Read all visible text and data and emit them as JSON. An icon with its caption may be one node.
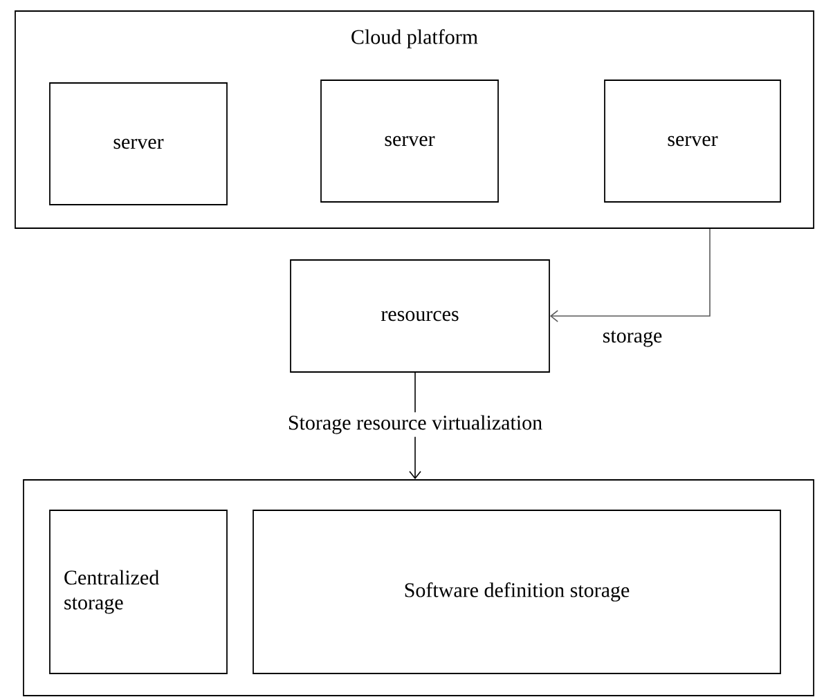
{
  "diagram": {
    "nodes": [
      {
        "text": [
          "Cloud platform"
        ]
      },
      {
        "text": [
          "server"
        ],
        "in": 0
      },
      {
        "text": [
          "server"
        ],
        "in": 0
      },
      {
        "text": [
          "server"
        ],
        "in": 0
      },
      {
        "text": [
          "resources"
        ]
      },
      {
        "text": [],
        "shape": "box"
      },
      {
        "text": [
          "Centralized storage"
        ],
        "in": 5
      },
      {
        "text": [
          "Software definition storage"
        ],
        "in": 5
      }
    ],
    "edges": [
      {
        "from": 0,
        "to": 4,
        "arrow": "to",
        "label": "storage"
      },
      {
        "from": 4,
        "to": 5,
        "arrow": "to",
        "label": "Storage resource virtualization"
      }
    ]
  }
}
